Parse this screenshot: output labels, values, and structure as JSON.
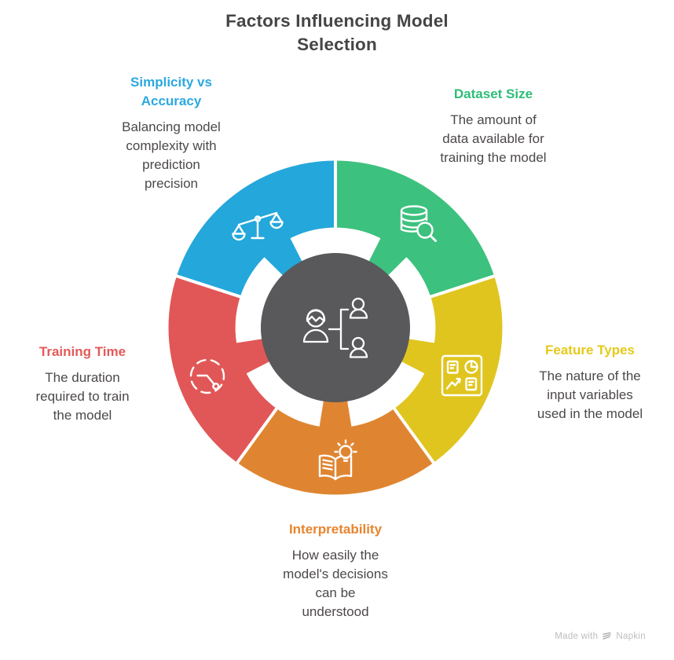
{
  "title": {
    "text": "Factors Influencing Model\nSelection"
  },
  "segments": [
    {
      "id": "dataset-size",
      "label": "Dataset Size",
      "description": "The amount of\ndata available for\ntraining the model",
      "color": "#3DC17E",
      "heading_color": "#2FBD78",
      "icon": "database-search-icon",
      "start_angle": 0,
      "end_angle": 72
    },
    {
      "id": "feature-types",
      "label": "Feature Types",
      "description": "The nature of the\ninput variables\nused in the model",
      "color": "#E0C51F",
      "heading_color": "#E5C91A",
      "icon": "charts-dashboard-icon",
      "start_angle": 72,
      "end_angle": 144
    },
    {
      "id": "interpretability",
      "label": "Interpretability",
      "description": "How easily the\nmodel's decisions\ncan be\nunderstood",
      "color": "#DF8531",
      "heading_color": "#E8842D",
      "icon": "book-lightbulb-icon",
      "start_angle": 144,
      "end_angle": 216
    },
    {
      "id": "training-time",
      "label": "Training Time",
      "description": "The duration\nrequired to train\nthe model",
      "color": "#E15757",
      "heading_color": "#E35A5A",
      "icon": "timer-icon",
      "start_angle": 216,
      "end_angle": 288
    },
    {
      "id": "simplicity-vs-accuracy",
      "label": "Simplicity vs\nAccuracy",
      "description": "Balancing model\ncomplexity with\nprediction\nprecision",
      "color": "#24A7DB",
      "heading_color": "#2BA9E0",
      "icon": "balance-scale-icon",
      "start_angle": 288,
      "end_angle": 360
    }
  ],
  "center": {
    "color": "#59595B",
    "icon": "decision-people-icon"
  },
  "watermark": {
    "made_with": "Made with",
    "brand": "Napkin"
  }
}
